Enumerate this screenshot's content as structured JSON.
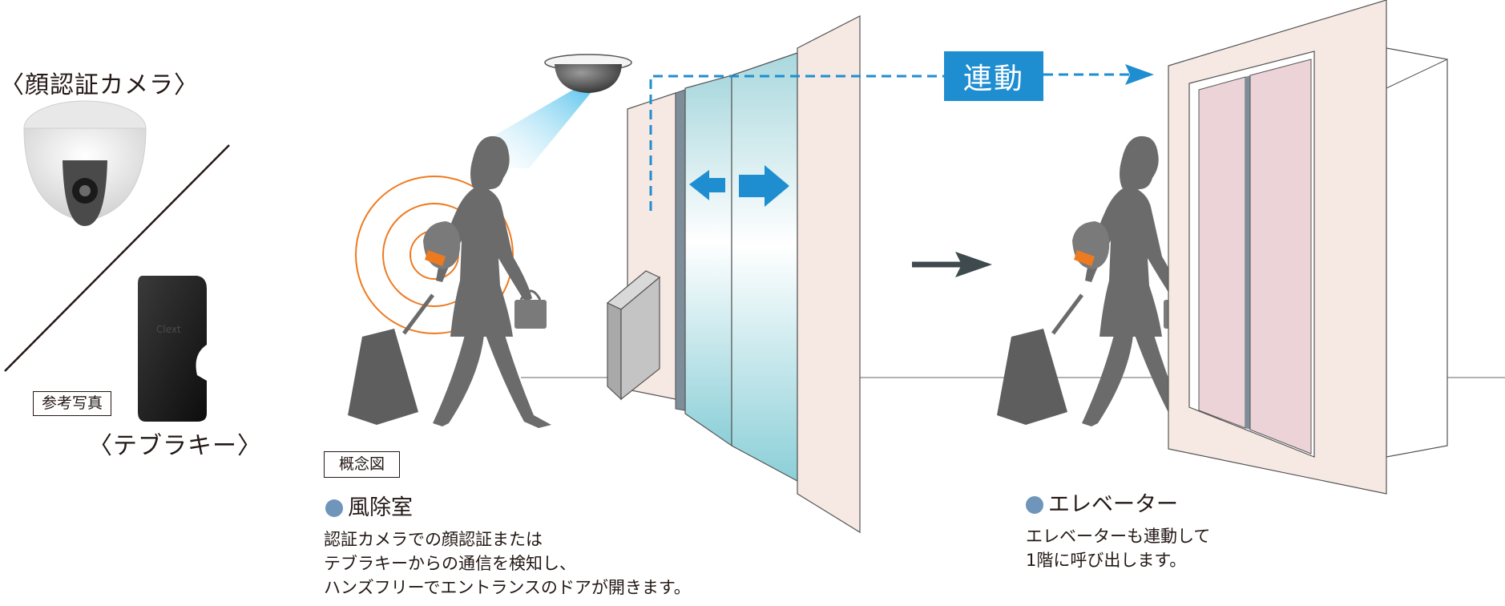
{
  "devices": {
    "camera_label": "〈顔認証カメラ〉",
    "key_label": "〈テブラキー〉",
    "photo_note": "参考写真",
    "key_brand": "Clext"
  },
  "diagram": {
    "concept_label": "概念図",
    "link_label": "連動"
  },
  "windbreak_room": {
    "title": "風除室",
    "lines": [
      "認証カメラでの顔認証または",
      "テブラキーからの通信を検知し、",
      "ハンズフリーでエントランスのドアが開きます。"
    ]
  },
  "elevator": {
    "title": "エレベーター",
    "lines": [
      "エレベーターも連動して",
      "1階に呼び出します。"
    ]
  },
  "colors": {
    "accent_blue": "#1f8ed0",
    "silhouette": "#6b6b6b",
    "signal_orange": "#ee7a20",
    "wall_pink": "#f6e9e3",
    "elevator_door": "#ecd3d8",
    "glass": "#bfe4ea"
  }
}
